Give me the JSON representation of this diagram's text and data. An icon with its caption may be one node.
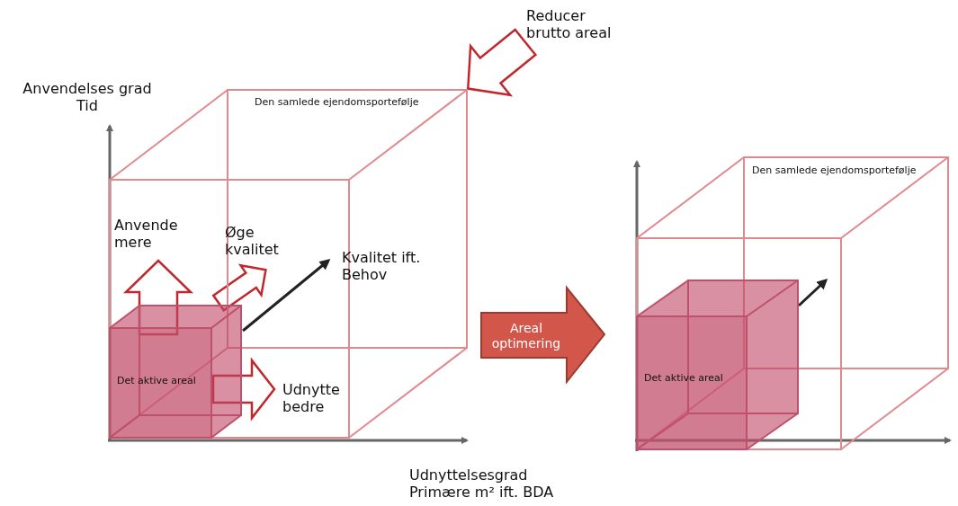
{
  "diagram": {
    "nodes": [
      {
        "text": [
          "Den samlede ejendomsportefølje"
        ]
      },
      {
        "text": [
          "Det aktive areal"
        ],
        "in": 0
      },
      {
        "text": [
          "Areal optimering"
        ]
      },
      {
        "text": [
          "Den samlede ejendomsportefølje"
        ]
      },
      {
        "text": [
          "Det aktive areal"
        ],
        "in": 3
      }
    ],
    "labels": [
      "Reducer brutto areal",
      "Anvendelses grad Tid",
      "Anvende mere",
      "Øge kvalitet",
      "Kvalitet ift. Behov",
      "Udnytte bedre",
      "Udnyttelsesgrad Primære m² ift. BDA"
    ]
  }
}
